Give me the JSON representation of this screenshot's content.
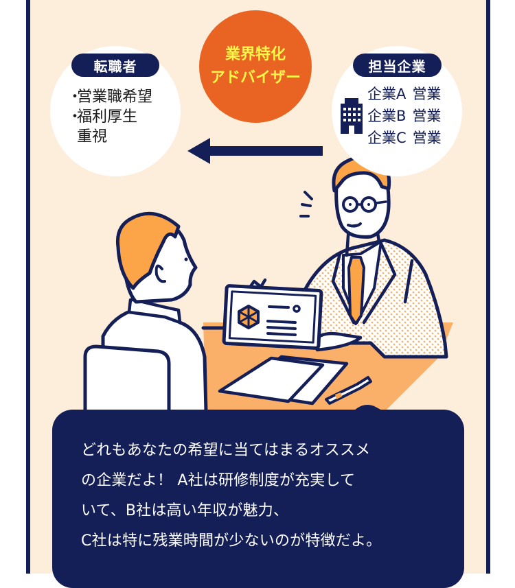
{
  "colors": {
    "background": "#fdeedb",
    "navy": "#141e57",
    "advisor_orange": "#e96322",
    "advisor_text_yellow": "#fff64a",
    "hair_orange": "#fba548",
    "desk_orange": "#fbb06a",
    "white": "#ffffff"
  },
  "job_seeker": {
    "badge_label": "転職者",
    "bullet": "・",
    "wishes": [
      "営業職希望",
      "福利厚生",
      "重視"
    ]
  },
  "advisor_badge": {
    "line1": "業界特化",
    "line2": "アドバイザー"
  },
  "assigned_companies": {
    "badge_label": "担当企業",
    "icon": "building-icon",
    "items": [
      {
        "company": "企業A",
        "role": "営業"
      },
      {
        "company": "企業B",
        "role": "営業"
      },
      {
        "company": "企業C",
        "role": "営業"
      }
    ]
  },
  "arrow": {
    "direction": "left",
    "icon": "arrow-left-icon"
  },
  "illustration": {
    "description": "Career advisor with glasses showing a tablet to a job seeker across a desk",
    "tablet_icon": "hexagon-logo-icon"
  },
  "speech_bubble": {
    "lines": [
      "どれもあなたの希望に当てはまるオススメ",
      "の企業だよ！ A社は研修制度が充実して",
      "いて、B社は高い年収が魅力、",
      "C社は特に残業時間が少ないのが特徴だよ。"
    ]
  }
}
